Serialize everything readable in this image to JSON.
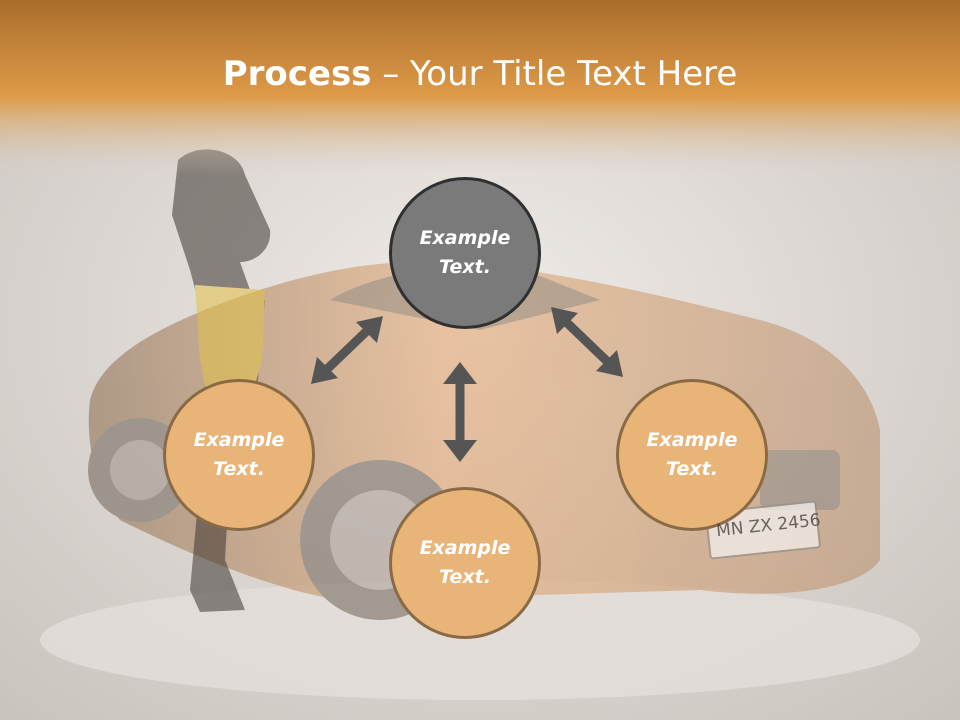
{
  "header": {
    "title_bold": "Process",
    "title_rest": " – Your Title Text Here"
  },
  "nodes": {
    "center": "Example Text.",
    "left": "Example Text.",
    "right": "Example Text.",
    "bottom": "Example Text."
  },
  "license_plate": "MN ZX 2456",
  "colors": {
    "header_band": "#d9923e",
    "center_node": "#7a7a7a",
    "outer_node": "#e9b478",
    "arrow": "#555555"
  }
}
